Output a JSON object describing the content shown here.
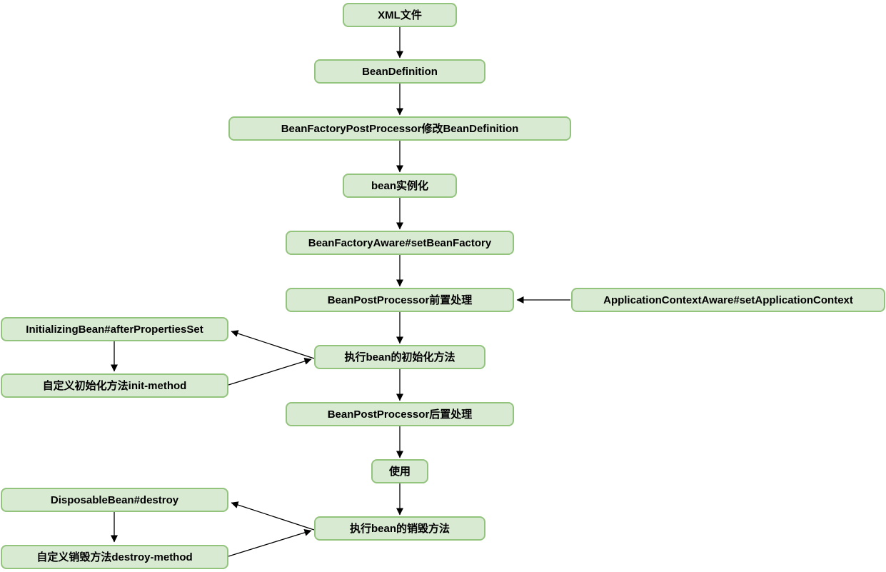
{
  "diagram": {
    "type": "flowchart",
    "nodes": {
      "xml_file": {
        "label": "XML文件"
      },
      "bean_definition": {
        "label": "BeanDefinition"
      },
      "bean_factory_post_processor": {
        "label": "BeanFactoryPostProcessor修改BeanDefinition"
      },
      "bean_instantiate": {
        "label": "bean实例化"
      },
      "bean_factory_aware": {
        "label": "BeanFactoryAware#setBeanFactory"
      },
      "bean_post_processor_before": {
        "label": "BeanPostProcessor前置处理"
      },
      "application_context_aware": {
        "label": "ApplicationContextAware#setApplicationContext"
      },
      "initializing_bean": {
        "label": "InitializingBean#afterPropertiesSet"
      },
      "exec_init_method": {
        "label": "执行bean的初始化方法"
      },
      "custom_init_method": {
        "label": "自定义初始化方法init-method"
      },
      "bean_post_processor_after": {
        "label": "BeanPostProcessor后置处理"
      },
      "use": {
        "label": "使用"
      },
      "disposable_bean": {
        "label": "DisposableBean#destroy"
      },
      "exec_destroy_method": {
        "label": "执行bean的销毁方法"
      },
      "custom_destroy_method": {
        "label": "自定义销毁方法destroy-method"
      }
    },
    "edges": [
      {
        "from": "xml_file",
        "to": "bean_definition"
      },
      {
        "from": "bean_definition",
        "to": "bean_factory_post_processor"
      },
      {
        "from": "bean_factory_post_processor",
        "to": "bean_instantiate"
      },
      {
        "from": "bean_instantiate",
        "to": "bean_factory_aware"
      },
      {
        "from": "bean_factory_aware",
        "to": "bean_post_processor_before"
      },
      {
        "from": "application_context_aware",
        "to": "bean_post_processor_before"
      },
      {
        "from": "bean_post_processor_before",
        "to": "exec_init_method"
      },
      {
        "from": "exec_init_method",
        "to": "initializing_bean"
      },
      {
        "from": "initializing_bean",
        "to": "custom_init_method"
      },
      {
        "from": "custom_init_method",
        "to": "exec_init_method"
      },
      {
        "from": "exec_init_method",
        "to": "bean_post_processor_after"
      },
      {
        "from": "bean_post_processor_after",
        "to": "use"
      },
      {
        "from": "use",
        "to": "exec_destroy_method"
      },
      {
        "from": "exec_destroy_method",
        "to": "disposable_bean"
      },
      {
        "from": "disposable_bean",
        "to": "custom_destroy_method"
      },
      {
        "from": "custom_destroy_method",
        "to": "exec_destroy_method"
      }
    ],
    "colors": {
      "node_fill": "#d9ead3",
      "node_border": "#93c47d",
      "arrow": "#000000",
      "background": "#ffffff"
    }
  }
}
